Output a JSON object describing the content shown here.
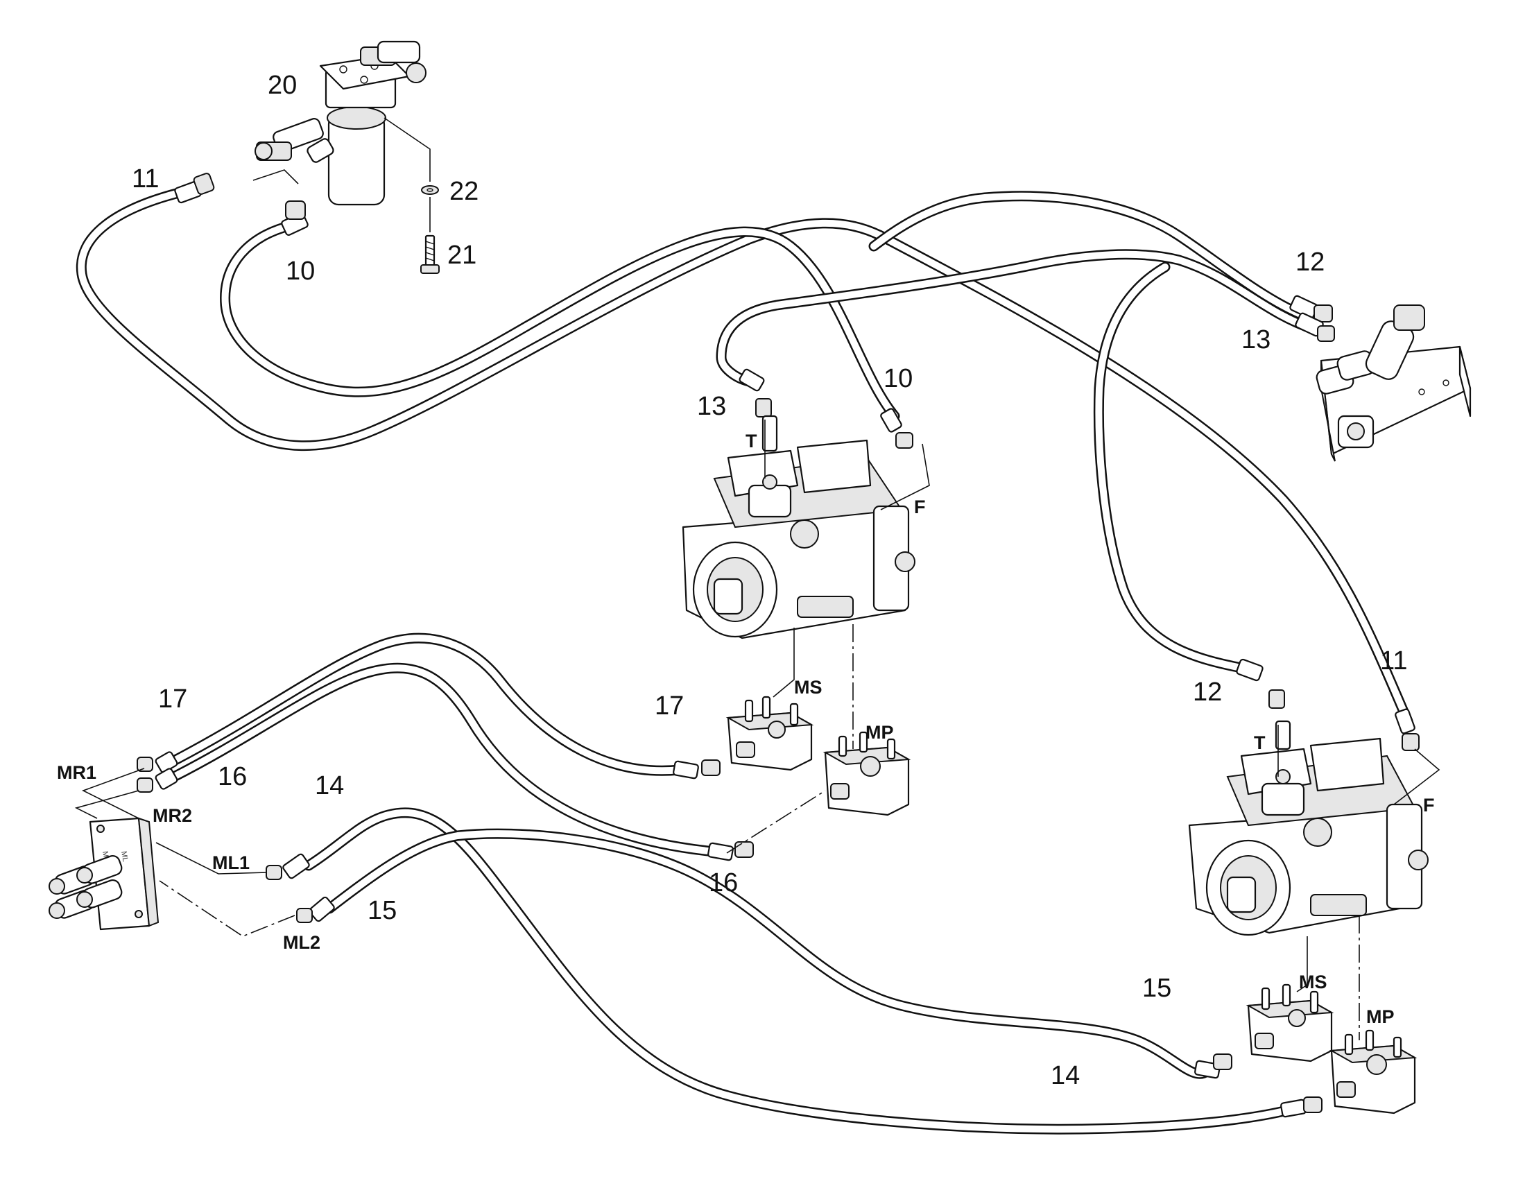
{
  "diagram": {
    "part_numbers": {
      "p20": "20",
      "p11_top": "11",
      "p22": "22",
      "p21": "21",
      "p10_top": "10",
      "p12_top": "12",
      "p13_top": "13",
      "p13_mid": "13",
      "p10_mid": "10",
      "p17_left": "17",
      "p17_mid": "17",
      "p16_left": "16",
      "p14_left": "14",
      "p16_mid": "16",
      "p15_left": "15",
      "p12_right": "12",
      "p11_right": "11",
      "p15_right": "15",
      "p14_bottom": "14"
    },
    "port_labels": {
      "t_pump1": "T",
      "f_pump1": "F",
      "ms_pump1": "MS",
      "mp_pump1": "MP",
      "t_pump2": "T",
      "f_pump2": "F",
      "ms_pump2": "MS",
      "mp_pump2": "MP",
      "mr1": "MR1",
      "mr2": "MR2",
      "ml1": "ML1",
      "ml2": "ML2"
    },
    "plate_marks": {
      "left": "MR",
      "right": "ML"
    }
  }
}
